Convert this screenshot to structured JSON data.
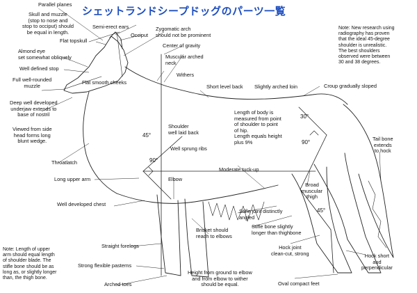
{
  "title": "シェットランドシープドッグのパーツ一覧",
  "labels": {
    "parallel_planes": "Parallel planes",
    "skull_muzzle": "Skull and muzzle\n(stop to nose and\nstop to occiput) should\nbe equal in length.",
    "flat_topskull": "Flat topskull",
    "semi_erect_ears": "Semi-erect ears",
    "occiput": "Occiput",
    "zygomatic_arch": "Zygomatic arch\nshould not be prominent",
    "center_of_gravity": "Center of gravity",
    "almond_eye": "Almond eye\nset somewhat obliquely",
    "muscular_neck": "Muscular arched\nneck",
    "well_defined_stop": "Well defined stop",
    "full_muzzle": "Full well-rounded\nmuzzle",
    "flat_cheeks": "Flat smooth cheeks",
    "withers": "Withers",
    "short_level_back": "Short level back",
    "slightly_arched_loin": "Slightly arched loin",
    "croup": "Croup gradually sloped",
    "deep_underjaw": "Deep well developed\nunderjaw extends to\nbase of nostril",
    "viewed_from_side": "Viewed from side\nhead forms long\nblunt wedge.",
    "throatlatch": "Throatlatch",
    "shoulder_laid_back": "Shoulder\nwell laid back",
    "length_of_body": "Length of body is\nmeasured from point\nof shoulder to point\nof hip.\nLength equals height\nplus 9%",
    "well_sprung_ribs": "Well sprung ribs",
    "tail_bone": "Tail bone\nextends\nto hock",
    "moderate_tuckup": "Moderate tuck-up",
    "long_upper_arm": "Long upper arm",
    "elbow": "Elbow",
    "broad_thigh": "Broad\nmuscular\nthigh",
    "developed_chest": "Well developed chest",
    "stifle_angled": "Stifle joint distinctly\nangled",
    "brisket": "Brisket should\nreach to elbows",
    "stifle_bone": "Stifle bone slightly\nlonger than thighbone",
    "straight_forelegs": "Straight forelegs",
    "hock_joint": "Hock joint\nclean-cut, strong",
    "strong_pasterns": "Strong flexible pasterns",
    "hock_short": "Hock short\nand\nperpendicular",
    "arched_toes": "Arched toes",
    "height_ground": "Height from ground to elbow\nand from elbow to wither\nshould be equal.",
    "oval_feet": "Oval compact feet"
  },
  "notes": {
    "research": "Note: New research using\nradiography has proven\nthat the ideal 45-degree\nshoulder is unrealistic.\nThe best shoulders\nobserved were between\n30 and 38 degrees.",
    "upper_arm": "Note: Length of upper\narm should equal length\nof shoulder blade. The\nstifle bone should be as\nlong as, or slightly longer\nthan, the thigh bone."
  },
  "angles": {
    "shoulder": "45°",
    "elbow": "90°",
    "hip": "30°",
    "hip_right": "90°",
    "stifle": "45°"
  }
}
